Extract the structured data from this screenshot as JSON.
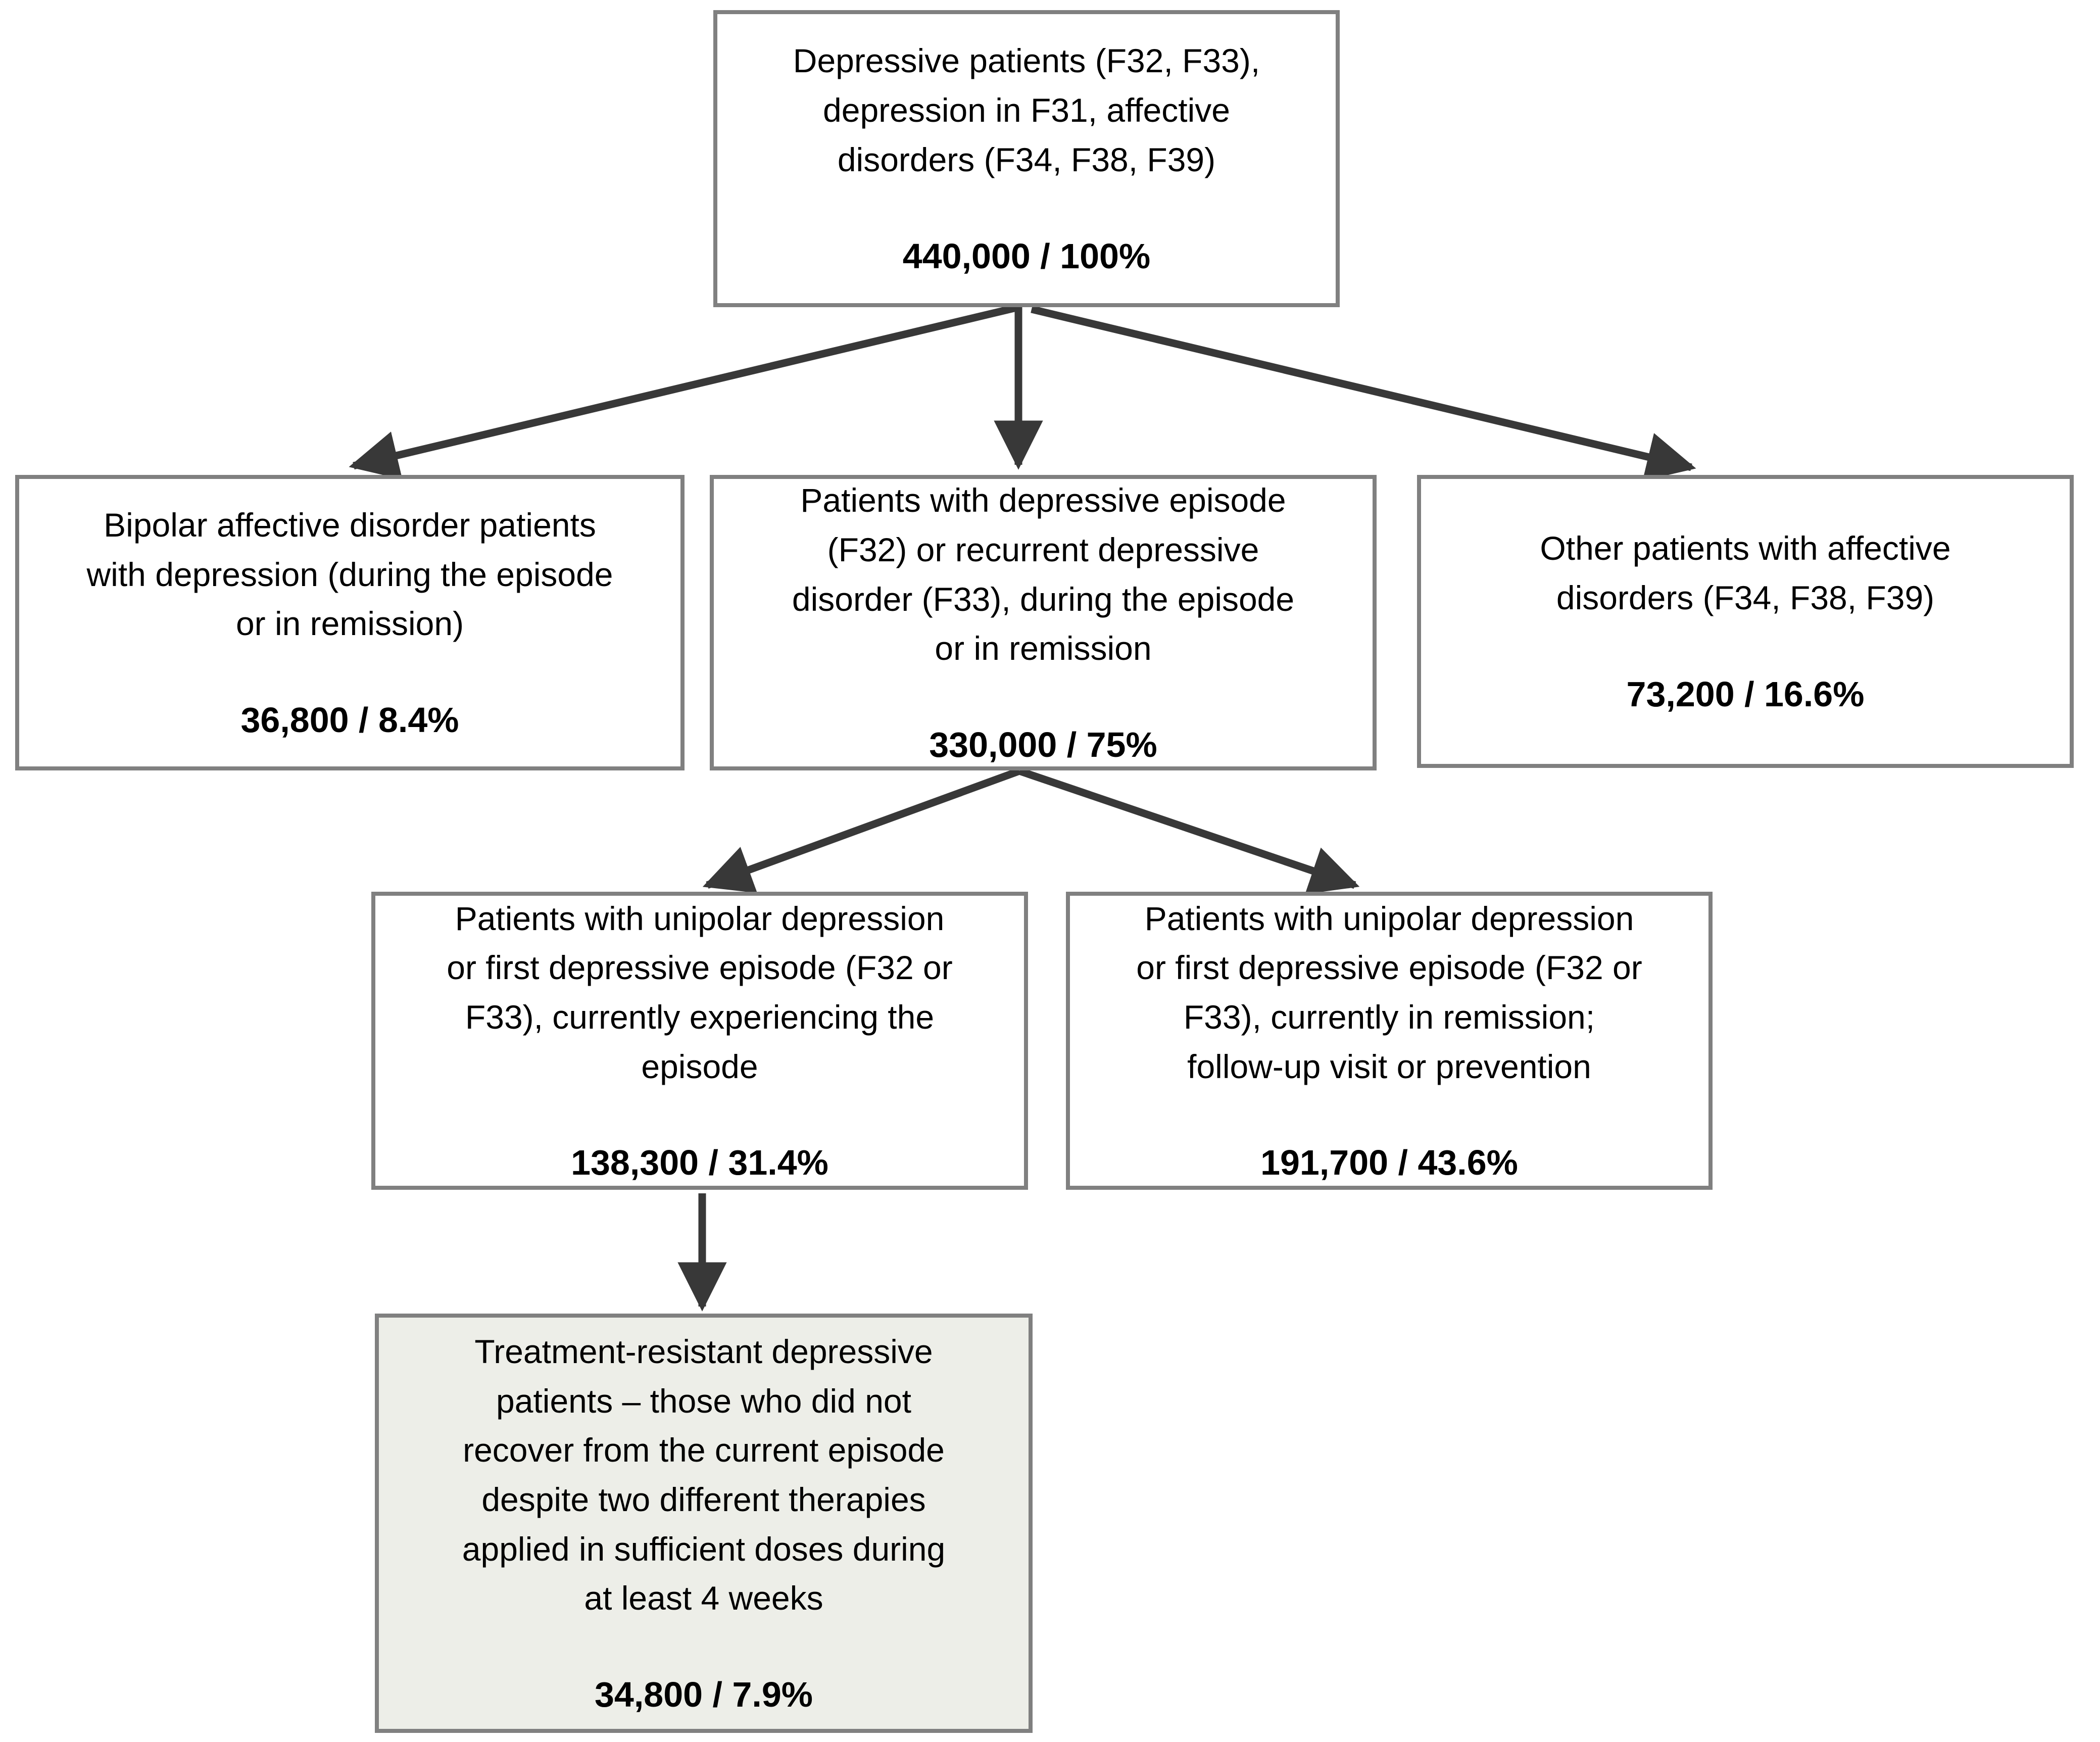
{
  "diagram": {
    "colors": {
      "page_bg": "#ffffff",
      "box_border": "#808080",
      "arrow": "#383838",
      "highlight_fill": "#edeee8",
      "text": "#000000"
    },
    "nodes": [
      {
        "id": "root",
        "label": "Depressive patients (F32, F33),\ndepression in F31, affective\ndisorders (F34, F38, F39)",
        "value": "440,000 / 100%"
      },
      {
        "id": "bipolar",
        "label": "Bipolar affective disorder patients\nwith depression (during the episode\nor in remission)",
        "value": "36,800 / 8.4%"
      },
      {
        "id": "depressive-episode",
        "label": "Patients with depressive episode\n(F32) or recurrent depressive\ndisorder (F33), during the episode\nor in remission",
        "value": "330,000 / 75%"
      },
      {
        "id": "other-affective",
        "label": "Other patients with affective\ndisorders (F34, F38, F39)",
        "value": "73,200 / 16.6%"
      },
      {
        "id": "current-episode",
        "label": "Patients with unipolar depression\nor first depressive episode (F32 or\nF33), currently experiencing the\nepisode",
        "value": "138,300 / 31.4%"
      },
      {
        "id": "in-remission",
        "label": "Patients with unipolar depression\nor first depressive episode (F32 or\nF33), currently in remission;\nfollow-up visit or prevention",
        "value": "191,700 / 43.6%"
      },
      {
        "id": "treatment-resistant",
        "label": "Treatment-resistant depressive\npatients – those who did not\nrecover from the current episode\ndespite two different therapies\napplied in sufficient doses during\nat least 4 weeks",
        "value": "34,800 / 7.9%"
      }
    ]
  }
}
